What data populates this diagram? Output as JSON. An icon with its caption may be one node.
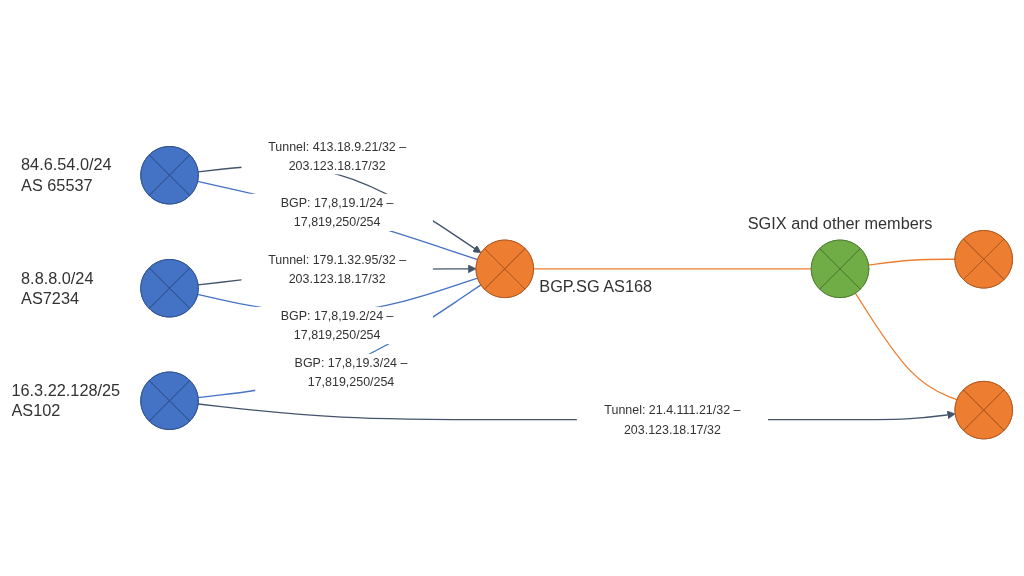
{
  "diagram": {
    "nodes": [
      {
        "text": [],
        "shape": "circle",
        "beside": [
          "84.6.54.0/24 AS 65537"
        ]
      },
      {
        "text": [],
        "shape": "circle",
        "beside": [
          "8.8.8.0/24 AS7234"
        ]
      },
      {
        "text": [],
        "shape": "circle",
        "beside": [
          "16.3.22.128/25 AS102"
        ]
      },
      {
        "text": [],
        "shape": "circle",
        "beside": [
          "BGP.SG AS168"
        ]
      },
      {
        "text": [],
        "shape": "circle",
        "beside": [
          "SGIX and other members"
        ]
      },
      {
        "text": [],
        "shape": "circle"
      },
      {
        "text": [],
        "shape": "circle"
      }
    ],
    "edges": [
      {
        "from": 0,
        "to": 3,
        "arrow": "to",
        "label": "Tunnel: 413.18.9.21/32 –203.123.18.17/32",
        "color": "#44546a"
      },
      {
        "from": 0,
        "to": 3,
        "arrow": "none",
        "label": "BGP: 17,8,19.1/24 –17,819,250/254",
        "color": "#4472c4"
      },
      {
        "from": 1,
        "to": 3,
        "arrow": "to",
        "label": "Tunnel: 179.1.32.95/32 –203.123.18.17/32",
        "color": "#44546a"
      },
      {
        "from": 1,
        "to": 3,
        "arrow": "none",
        "label": "BGP: 17,8,19.2/24 –17,819,250/254",
        "color": "#4472c4"
      },
      {
        "from": 2,
        "to": 3,
        "arrow": "none",
        "label": "BGP: 17,8,19.3/24 –17,819,250/254",
        "color": "#4472c4"
      },
      {
        "from": 2,
        "to": 6,
        "arrow": "to",
        "label": "Tunnel: 21.4.111.21/32 –203.123.18.17/32",
        "color": "#44546a"
      },
      {
        "from": 3,
        "to": 4,
        "arrow": "none",
        "color": "#ed7d31"
      },
      {
        "from": 4,
        "to": 5,
        "arrow": "none",
        "color": "#ed7d31"
      },
      {
        "from": 4,
        "to": 6,
        "arrow": "none",
        "color": "#ed7d31"
      }
    ]
  }
}
